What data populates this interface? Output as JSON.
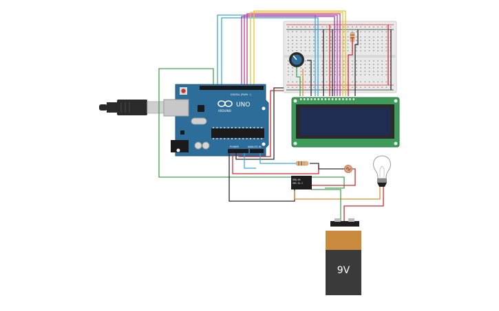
{
  "arduino": {
    "brand_text": "ARDUINO",
    "model_text": "UNO",
    "digital_header_text": "DIGITAL (PWM ~)",
    "power_header_text": "POWER",
    "analog_header_text": "ANALOG IN",
    "board_color": "#2d6d99",
    "logo_icon": "infinity-logo-icon"
  },
  "relay": {
    "label_lines": [
      "SRD-05",
      "VDC-SL-C"
    ]
  },
  "battery": {
    "label": "9V",
    "cap_color": "#c98a3e",
    "body_color": "#3a3a3a"
  },
  "lcd": {
    "pcb_color": "#3f9b5a",
    "screen_color": "#1f2d52"
  },
  "colors": {
    "wire_red": "#d4262d",
    "wire_black": "#2b2b2b",
    "wire_green": "#3fa34d",
    "wire_cyan": "#3aa7d8",
    "wire_yellow": "#e8c22e",
    "wire_orange": "#e28a2a",
    "wire_purple": "#9b3fa6",
    "wire_magenta": "#c0399d"
  }
}
